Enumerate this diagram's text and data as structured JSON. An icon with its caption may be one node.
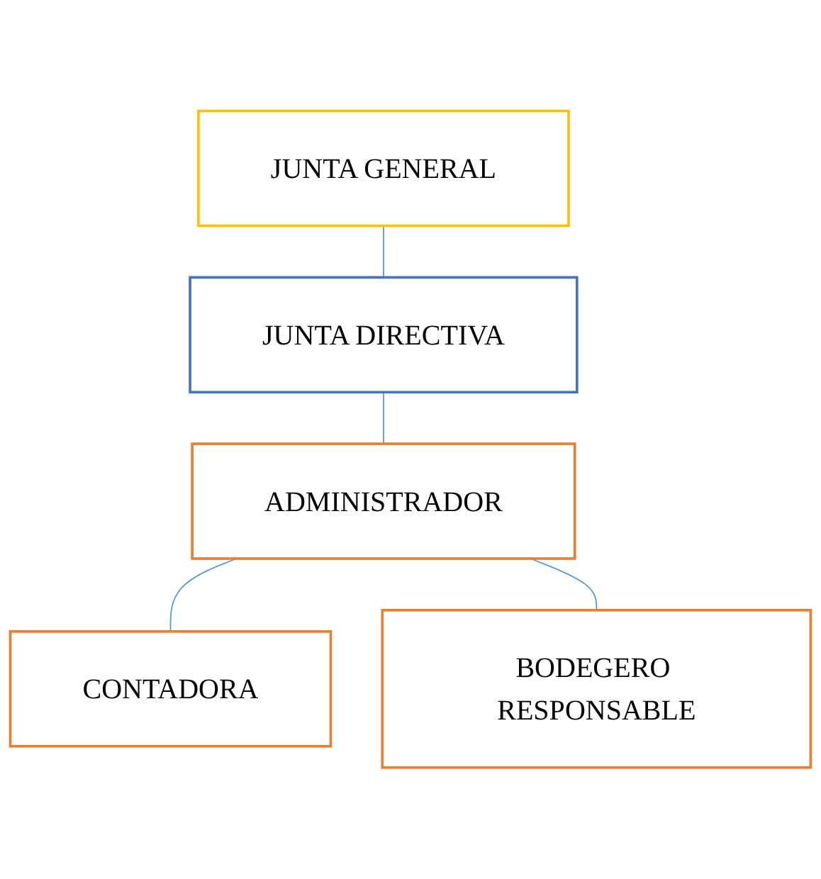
{
  "diagram": {
    "nodes": [
      {
        "text": [
          "JUNTA GENERAL"
        ]
      },
      {
        "text": [
          "JUNTA DIRECTIVA"
        ]
      },
      {
        "text": [
          "ADMINISTRADOR"
        ]
      },
      {
        "text": [
          "CONTADORA"
        ]
      },
      {
        "text": [
          "BODEGERO RESPONSABLE"
        ]
      }
    ],
    "edges": [
      {
        "from": 0,
        "to": 1,
        "arrow": "none"
      },
      {
        "from": 1,
        "to": 2,
        "arrow": "none"
      },
      {
        "from": 2,
        "to": 3,
        "arrow": "none"
      },
      {
        "from": 2,
        "to": 4,
        "arrow": "none"
      }
    ]
  }
}
